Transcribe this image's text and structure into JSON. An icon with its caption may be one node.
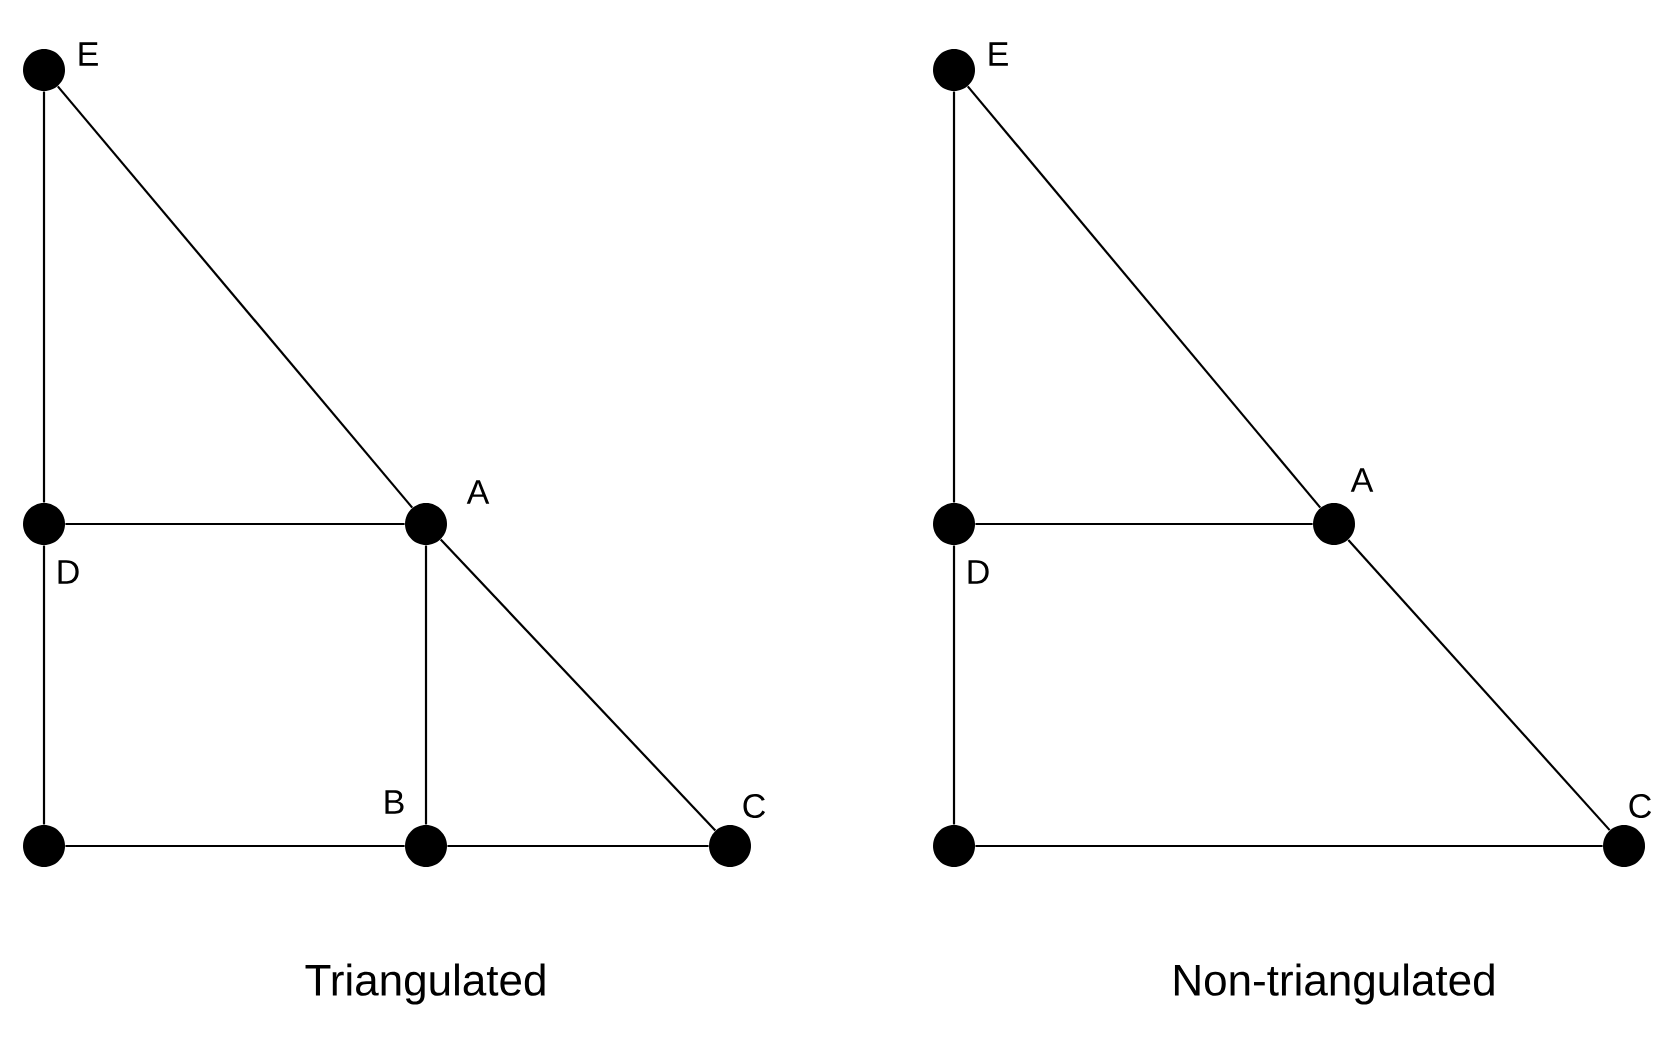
{
  "diagram": {
    "nodes": [
      {
        "text": [],
        "shape": "circle",
        "beside": [
          "E"
        ]
      },
      {
        "text": [],
        "shape": "circle",
        "beside": [
          "D"
        ]
      },
      {
        "text": [],
        "shape": "circle",
        "beside": [
          "A"
        ]
      },
      {
        "text": [],
        "shape": "circle"
      },
      {
        "text": [],
        "shape": "circle",
        "beside": [
          "B"
        ]
      },
      {
        "text": [],
        "shape": "circle",
        "beside": [
          "C"
        ]
      },
      {
        "text": [],
        "shape": "circle",
        "beside": [
          "E"
        ]
      },
      {
        "text": [],
        "shape": "circle",
        "beside": [
          "D"
        ]
      },
      {
        "text": [],
        "shape": "circle",
        "beside": [
          "A"
        ]
      },
      {
        "text": [],
        "shape": "circle"
      },
      {
        "text": [],
        "shape": "circle",
        "beside": [
          "C"
        ]
      }
    ],
    "edges": [
      {
        "from": 0,
        "to": 1,
        "arrow": "none"
      },
      {
        "from": 1,
        "to": 3,
        "arrow": "none"
      },
      {
        "from": 3,
        "to": 4,
        "arrow": "none"
      },
      {
        "from": 4,
        "to": 5,
        "arrow": "none"
      },
      {
        "from": 0,
        "to": 2,
        "arrow": "none"
      },
      {
        "from": 2,
        "to": 5,
        "arrow": "none"
      },
      {
        "from": 1,
        "to": 2,
        "arrow": "none"
      },
      {
        "from": 2,
        "to": 4,
        "arrow": "none"
      },
      {
        "from": 6,
        "to": 7,
        "arrow": "none"
      },
      {
        "from": 7,
        "to": 9,
        "arrow": "none"
      },
      {
        "from": 9,
        "to": 10,
        "arrow": "none"
      },
      {
        "from": 6,
        "to": 8,
        "arrow": "none"
      },
      {
        "from": 8,
        "to": 10,
        "arrow": "none"
      },
      {
        "from": 7,
        "to": 8,
        "arrow": "none"
      }
    ],
    "labels": [
      "Triangulated",
      "Non-triangulated"
    ]
  }
}
